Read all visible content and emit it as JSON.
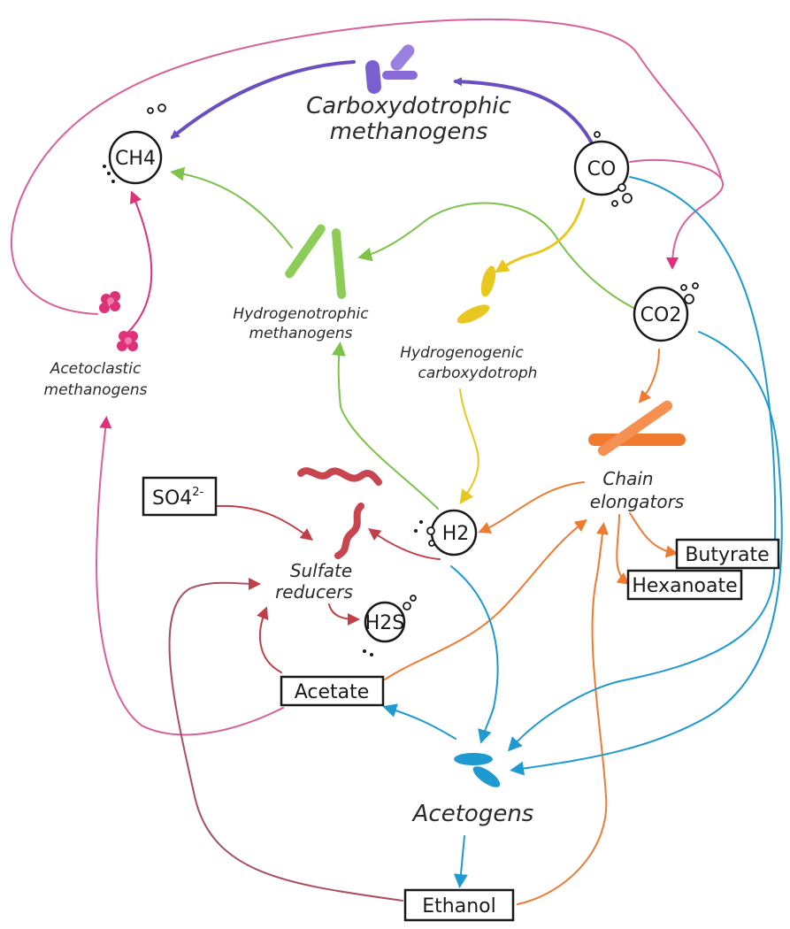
{
  "colors": {
    "carboxydotrophic": "#6a4fc0",
    "hydrogenotrophic": "#7dc24a",
    "hydrogenogenic": "#e8c820",
    "acetoclastic": "#e0307a",
    "sulfate": "#c0404a",
    "chain": "#f07a30",
    "acetogen": "#1e9ad0",
    "pink_line": "#d8609a",
    "brown_line": "#a85060"
  },
  "molecules": {
    "ch4": "CH4",
    "co": "CO",
    "co2": "CO2",
    "h2": "H2",
    "h2s": "H2S"
  },
  "organisms": {
    "carboxydotrophic_l1": "Carboxydotrophic",
    "carboxydotrophic_l2": "methanogens",
    "hydrogenotrophic_l1": "Hydrogenotrophic",
    "hydrogenotrophic_l2": "methanogens",
    "acetoclastic_l1": "Acetoclastic",
    "acetoclastic_l2": "methanogens",
    "hydrogenogenic_l1": "Hydrogenogenic",
    "hydrogenogenic_l2": "carboxydotroph",
    "sulfate_l1": "Sulfate",
    "sulfate_l2": "reducers",
    "chain_l1": "Chain",
    "chain_l2": "elongators",
    "acetogens": "Acetogens"
  },
  "boxes": {
    "so4": "SO4",
    "so4_charge": "2-",
    "acetate": "Acetate",
    "butyrate": "Butyrate",
    "hexanoate": "Hexanoate",
    "ethanol": "Ethanol"
  }
}
